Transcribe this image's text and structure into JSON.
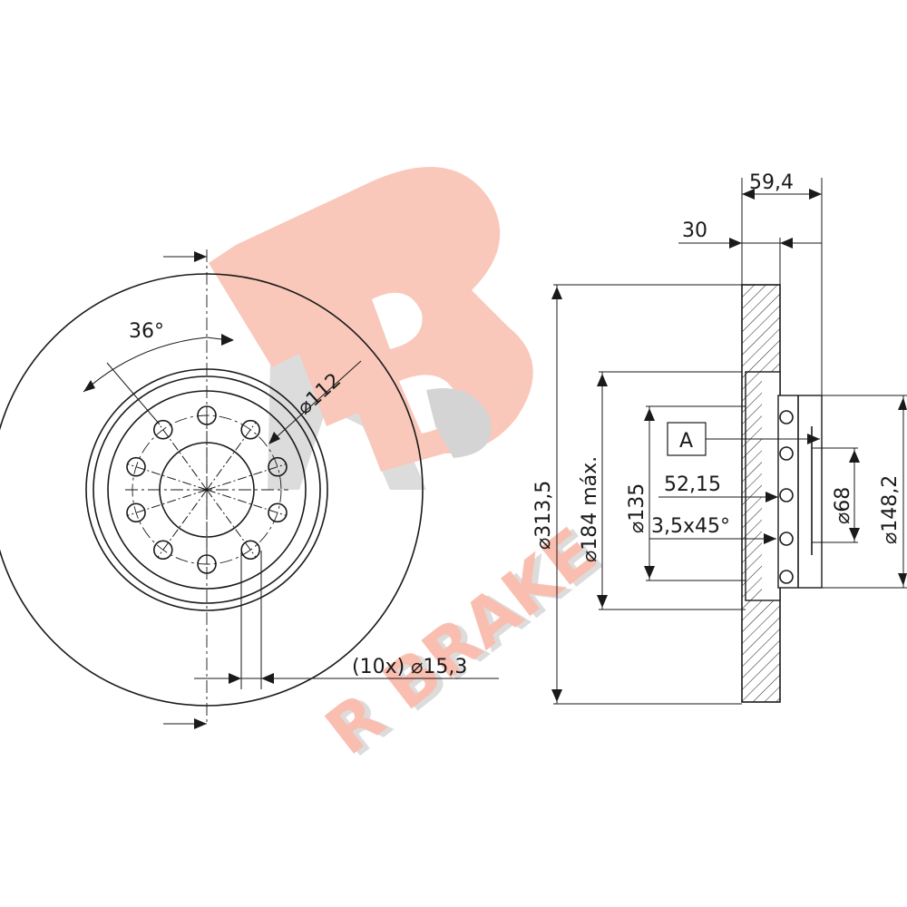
{
  "watermark": {
    "logo_letters": "R B",
    "text": "R BRAKE",
    "colors": {
      "logo": "#f9b7a6",
      "shadow": "#d8d8d8"
    }
  },
  "front_view": {
    "angle_label": "36°",
    "bolt_circle_label": "⌀112",
    "holes_label": "(10x) ⌀15,3"
  },
  "side_view": {
    "total_height_label": "59,4",
    "thickness_label": "30",
    "outer_diameter_label": "⌀313,5",
    "friction_inner_label": "⌀184 máx.",
    "hub_diameter_label": "⌀135",
    "datum_label": "A",
    "offset_label": "52,15",
    "chamfer_label": "3,5x45°",
    "center_bore_label": "⌀68",
    "hat_diameter_label": "⌀148,2"
  },
  "colors": {
    "line": "#1a1a1a",
    "hatch": "#1a1a1a",
    "background": "#ffffff"
  }
}
